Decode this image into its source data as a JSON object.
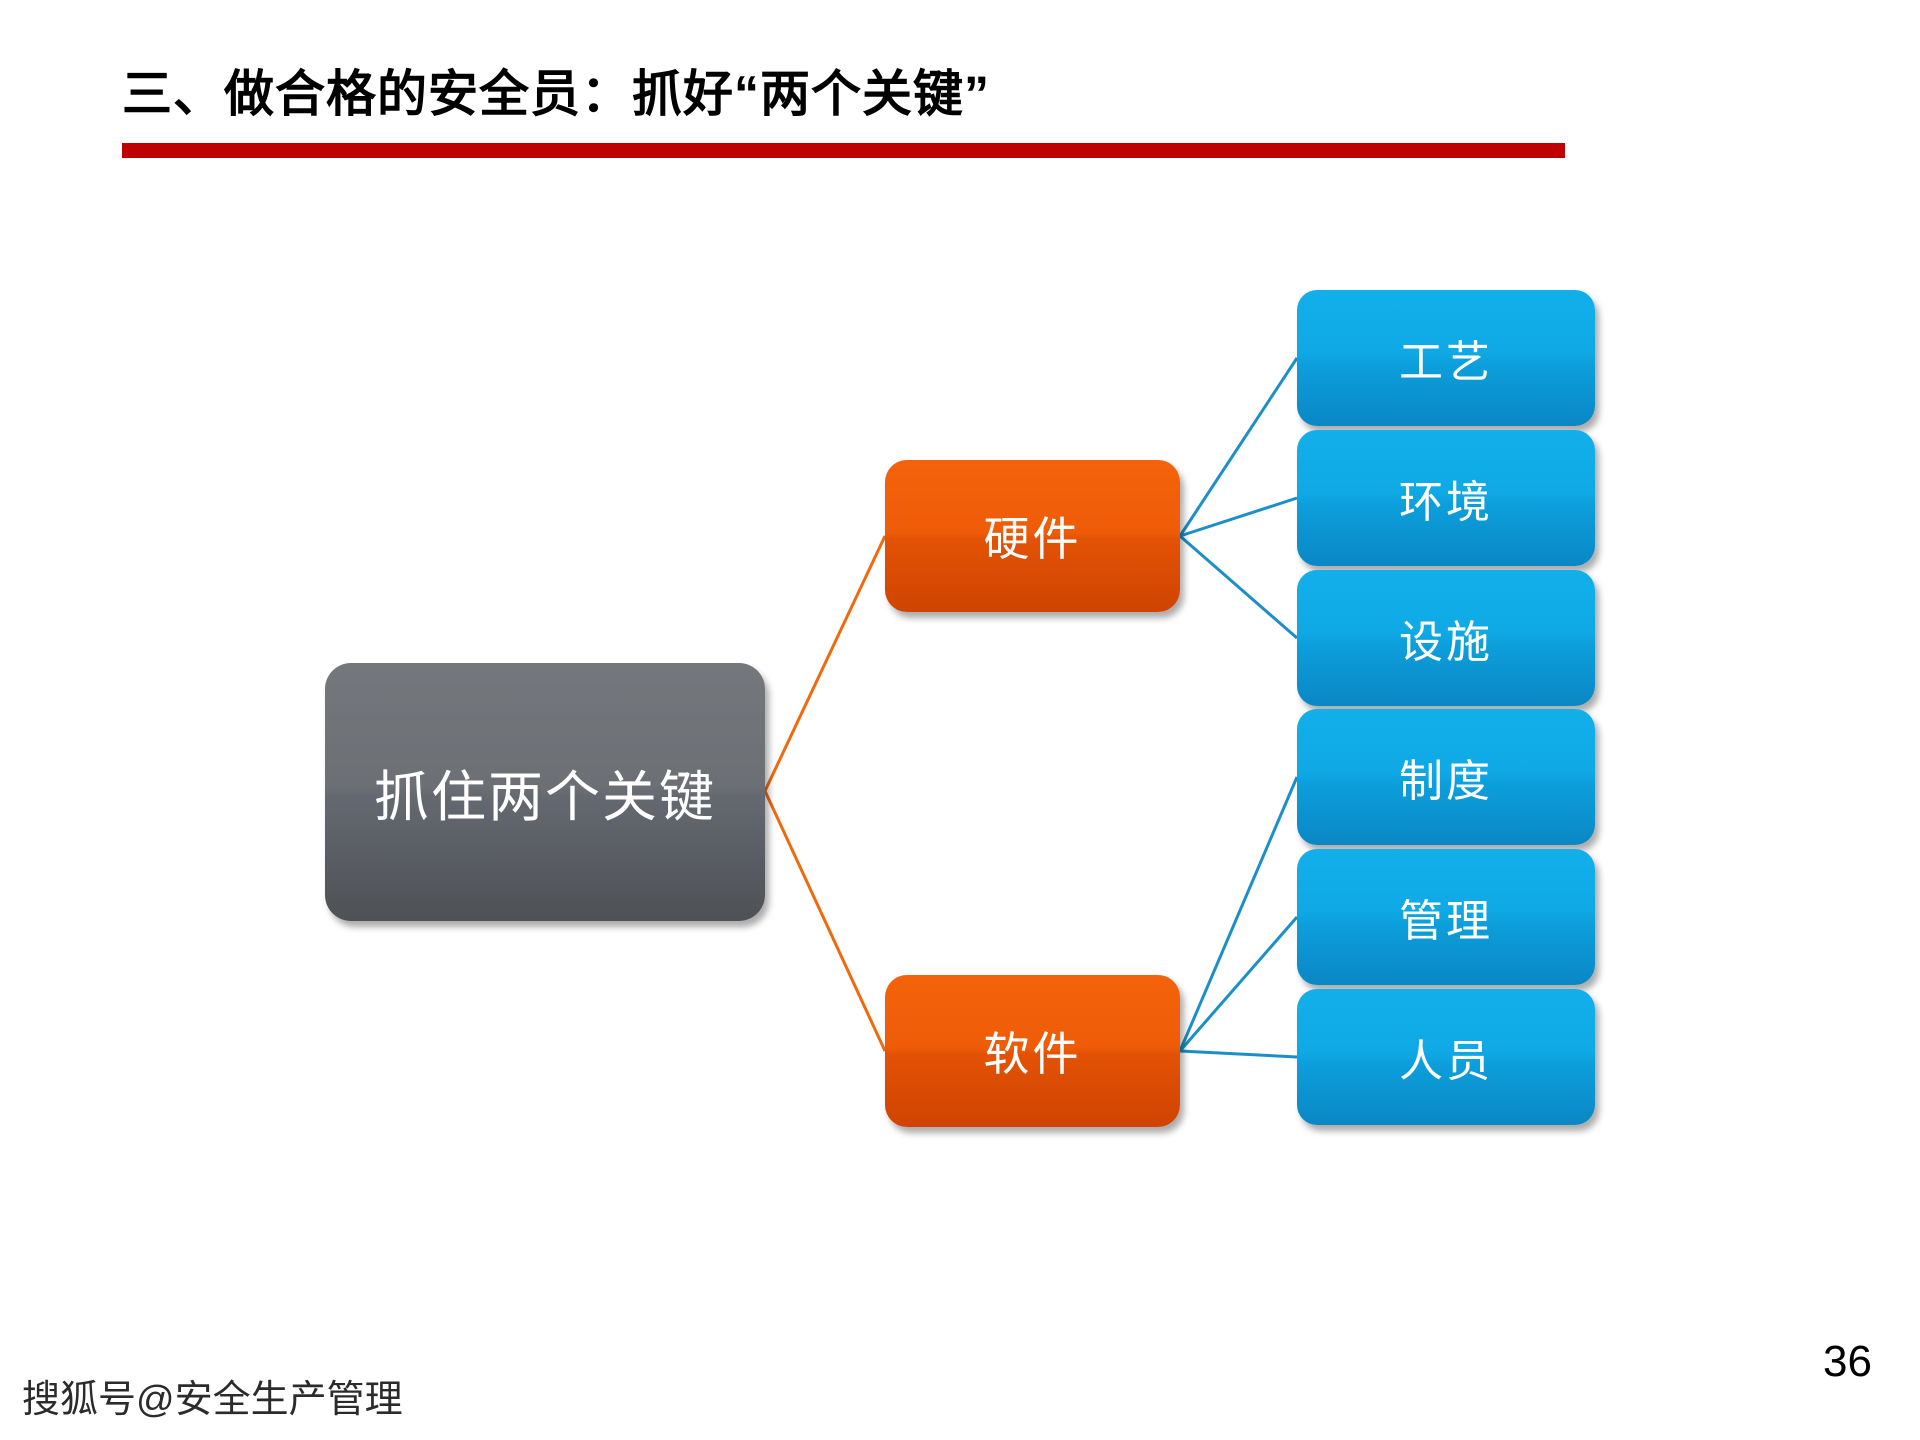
{
  "slide": {
    "title": "三、做合格的安全员：抓好“两个关键”",
    "page_number": "36",
    "watermark": "搜狐号@安全生产管理",
    "accent_colors": {
      "title_rule": "#C00000",
      "root_node": "#6C7075",
      "branch_node": "#E8540A",
      "leaf_node": "#0FAAE6",
      "branch_connector": "#F2690D",
      "leaf_connector": "#1A8FC9",
      "node_text": "#FFFFFF",
      "title_text": "#000000"
    }
  },
  "diagram": {
    "type": "tree",
    "root": {
      "label": "抓住两个关键"
    },
    "branches": [
      {
        "id": "hardware",
        "label": "硬件",
        "leaves": [
          {
            "id": "process",
            "label": "工艺"
          },
          {
            "id": "environment",
            "label": "环境"
          },
          {
            "id": "facility",
            "label": "设施"
          }
        ]
      },
      {
        "id": "software",
        "label": "软件",
        "leaves": [
          {
            "id": "system",
            "label": "制度"
          },
          {
            "id": "management",
            "label": "管理"
          },
          {
            "id": "personnel",
            "label": "人员"
          }
        ]
      }
    ]
  }
}
